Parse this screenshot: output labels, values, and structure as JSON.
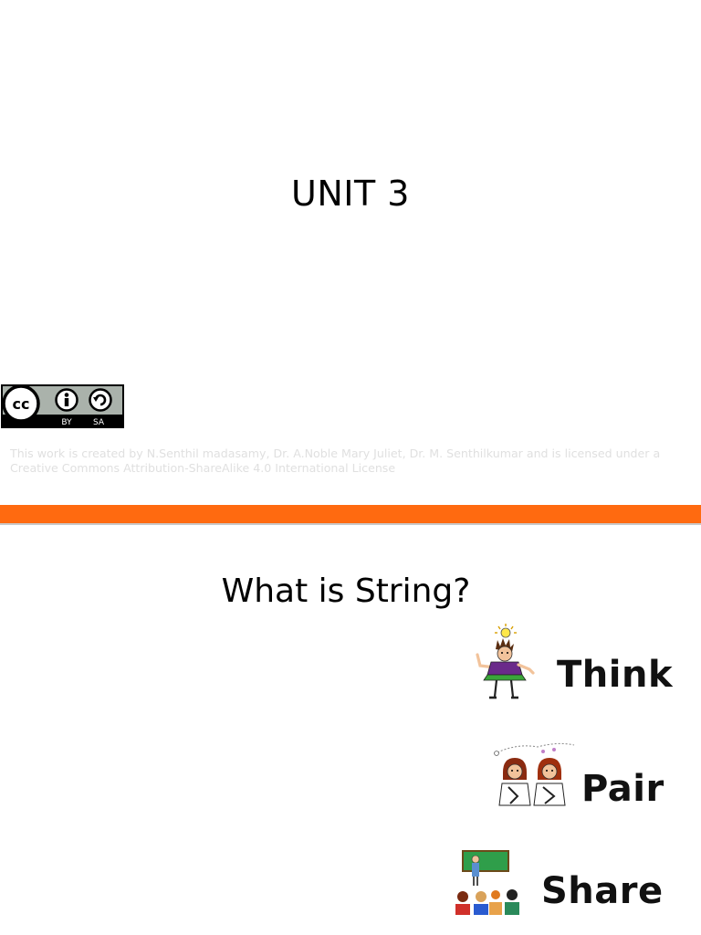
{
  "slide1": {
    "title": "UNIT 3",
    "license_badge": {
      "icon": "cc-by-sa-icon",
      "by_label": "BY",
      "sa_label": "SA"
    },
    "license_text": "This work is created by N.Senthil madasamy, Dr. A.Noble Mary Juliet, Dr. M. Senthilkumar and is licensed under a Creative Commons Attribution-ShareAlike 4.0 International License"
  },
  "divider": {
    "color": "#ff6a10"
  },
  "slide2": {
    "title": "What is String?",
    "steps": [
      {
        "label": "Think",
        "icon": "thinking-child-icon"
      },
      {
        "label": "Pair",
        "icon": "pair-children-icon"
      },
      {
        "label": "Share",
        "icon": "share-group-icon"
      }
    ]
  }
}
